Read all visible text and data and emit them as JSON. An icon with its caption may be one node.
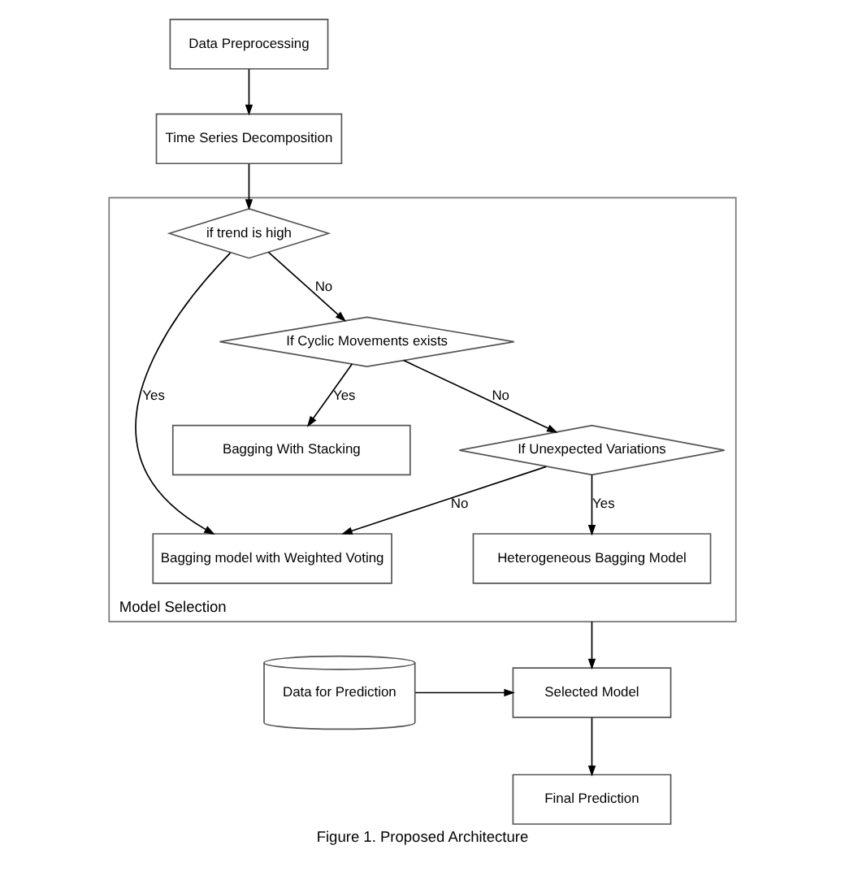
{
  "diagram": {
    "caption": "Figure 1. Proposed Architecture",
    "nodes": [
      {
        "text": [
          "Data Preprocessing"
        ]
      },
      {
        "text": [
          "Time Series Decomposition"
        ]
      },
      {
        "text": [
          "Model Selection"
        ]
      },
      {
        "text": [
          "if trend is high"
        ],
        "in": 2
      },
      {
        "text": [
          "Bagging model with Weighted Voting"
        ],
        "in": 2
      },
      {
        "text": [
          "If Cyclic Movements exists"
        ],
        "in": 2
      },
      {
        "text": [
          "Bagging With Stacking"
        ],
        "in": 2
      },
      {
        "text": [
          "If Unexpected Variations"
        ],
        "in": 2
      },
      {
        "text": [
          "Heterogeneous Bagging Model"
        ],
        "in": 2
      },
      {
        "text": [
          "Selected Model"
        ]
      },
      {
        "text": [
          "Data for Prediction"
        ]
      },
      {
        "text": [
          "Final Prediction"
        ]
      }
    ],
    "edges": [
      {
        "from": 0,
        "to": 1,
        "arrow": "to"
      },
      {
        "from": 1,
        "to": 3,
        "arrow": "to"
      },
      {
        "from": 3,
        "to": 4,
        "arrow": "to",
        "label": "Yes"
      },
      {
        "from": 3,
        "to": 5,
        "arrow": "to",
        "label": "No"
      },
      {
        "from": 5,
        "to": 6,
        "arrow": "to",
        "label": "Yes"
      },
      {
        "from": 5,
        "to": 7,
        "arrow": "to",
        "label": "No"
      },
      {
        "from": 7,
        "to": 8,
        "arrow": "to",
        "label": "Yes"
      },
      {
        "from": 7,
        "to": 4,
        "arrow": "to",
        "label": "No"
      },
      {
        "from": 2,
        "to": 9,
        "arrow": "to"
      },
      {
        "from": 10,
        "to": 9,
        "arrow": "to"
      },
      {
        "from": 9,
        "to": 11,
        "arrow": "to"
      }
    ]
  }
}
